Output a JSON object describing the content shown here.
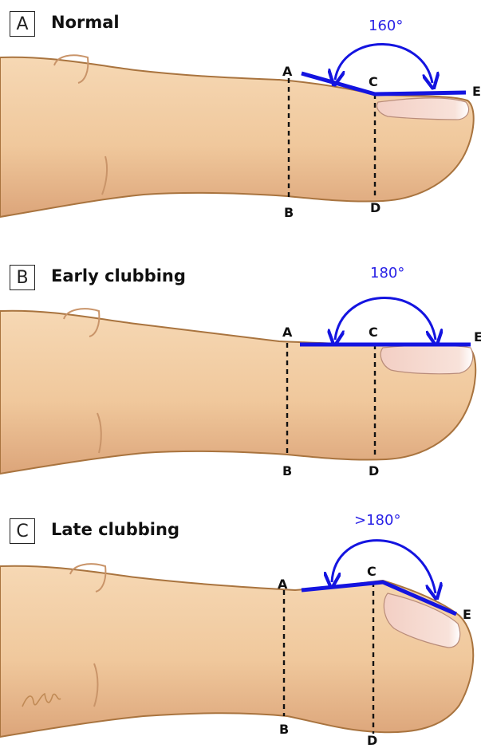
{
  "colors": {
    "skin": "#f2cda4",
    "skin_shadow": "#dea87c",
    "outline": "#a9743f",
    "nail": "#f6dcd4",
    "nail_edge": "#ffffff",
    "line_blue": "#1414e0",
    "angle_text": "#2a22e6",
    "dashed": "#111111"
  },
  "panels": [
    {
      "badge": "A",
      "title": "Normal",
      "angle": "160°",
      "points": {
        "a": "A",
        "b": "B",
        "c": "C",
        "d": "D",
        "e": "E"
      }
    },
    {
      "badge": "B",
      "title": "Early clubbing",
      "angle": "180°",
      "points": {
        "a": "A",
        "b": "B",
        "c": "C",
        "d": "D",
        "e": "E"
      }
    },
    {
      "badge": "C",
      "title": "Late clubbing",
      "angle": ">180°",
      "points": {
        "a": "A",
        "b": "B",
        "c": "C",
        "d": "D",
        "e": "E"
      }
    }
  ]
}
